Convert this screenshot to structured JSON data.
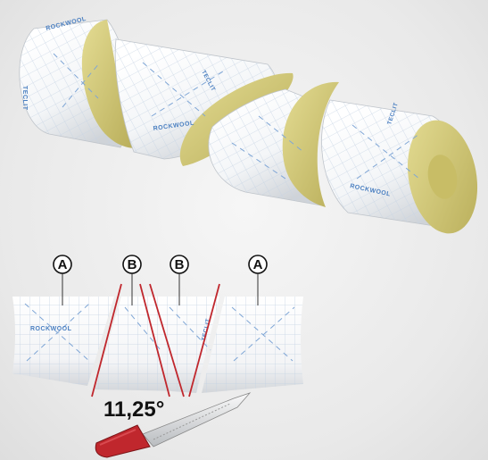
{
  "pipe_brands": [
    "ROCKWOOL",
    "TECLIT"
  ],
  "callouts": [
    "A",
    "B",
    "B",
    "A"
  ],
  "angle_label": "11,25°",
  "colors": {
    "wool": "#d8cf7c",
    "wool_dark": "#b9ae5a",
    "foil": "#ffffff",
    "grid": "#c9d6e6",
    "brand": "#4a7fc1",
    "cut_line": "#c0272d",
    "knife_handle": "#c0272d"
  },
  "icons": [
    "knife-icon"
  ]
}
